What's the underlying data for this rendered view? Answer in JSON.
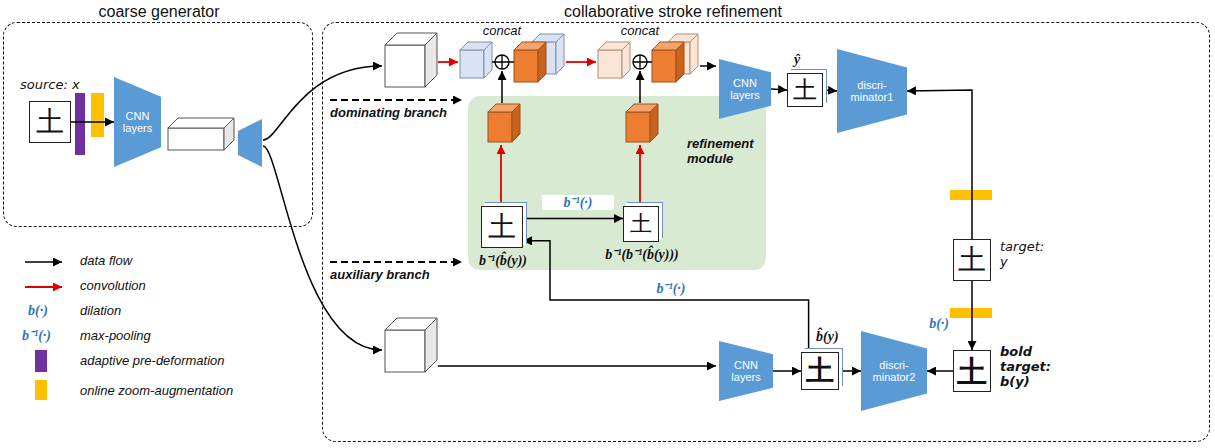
{
  "diagram": {
    "nodes": [
      {
        "text": [
          "coarse generator"
        ]
      },
      {
        "text": [
          "source: x",
          "土"
        ],
        "in": 0
      },
      {
        "text": [
          "CNN layers"
        ],
        "in": 0
      },
      {
        "text": [
          "collaborative stroke refinement"
        ]
      },
      {
        "text": [
          "CNN layers"
        ],
        "in": 3
      },
      {
        "text": [
          "ŷ",
          "土"
        ],
        "in": 3
      },
      {
        "text": [
          "discri- minator1"
        ],
        "in": 3
      },
      {
        "text": [
          "refinement module"
        ],
        "in": 3
      },
      {
        "text": [
          "土",
          "b⁻¹(b̂(y))"
        ],
        "in": 7
      },
      {
        "text": [
          "土",
          "b⁻¹(b⁻¹(b̂(y)))"
        ],
        "in": 7
      },
      {
        "text": [
          "土",
          "target: y"
        ],
        "in": 3
      },
      {
        "text": [
          "土",
          "bold target: b(y)"
        ],
        "in": 3
      },
      {
        "text": [
          "CNN layers"
        ],
        "in": 3
      },
      {
        "text": [
          "土",
          "b̂(y)"
        ],
        "in": 3
      },
      {
        "text": [
          "discri- minator2"
        ],
        "in": 3
      }
    ],
    "edges": [
      {
        "from": 1,
        "to": 2,
        "arrow": "to"
      },
      {
        "from": 4,
        "to": 5,
        "arrow": "to"
      },
      {
        "from": 5,
        "to": 6,
        "arrow": "to"
      },
      {
        "from": 10,
        "to": 6,
        "arrow": "to"
      },
      {
        "from": 10,
        "to": 11,
        "label": "b(·)",
        "arrow": "to"
      },
      {
        "from": 11,
        "to": 14,
        "arrow": "to"
      },
      {
        "from": 12,
        "to": 13,
        "arrow": "to"
      },
      {
        "from": 13,
        "to": 14,
        "arrow": "to"
      },
      {
        "from": 13,
        "to": 8,
        "label": "b⁻¹(·)",
        "arrow": "to"
      },
      {
        "from": 8,
        "to": 9,
        "label": "b⁻¹(·)",
        "arrow": "to"
      }
    ],
    "labels": [
      "concat",
      "concat",
      "dominating branch",
      "auxiliary branch",
      "b(·)",
      "b⁻¹(·)"
    ],
    "legend": [
      {
        "text": "data flow"
      },
      {
        "text": "convolution"
      },
      {
        "text": "dilation"
      },
      {
        "text": "max-pooling"
      },
      {
        "text": "adaptive pre-deformation",
        "color": "#7030a0"
      },
      {
        "text": "online zoom-augmentation",
        "color": "#ffc000"
      }
    ]
  }
}
